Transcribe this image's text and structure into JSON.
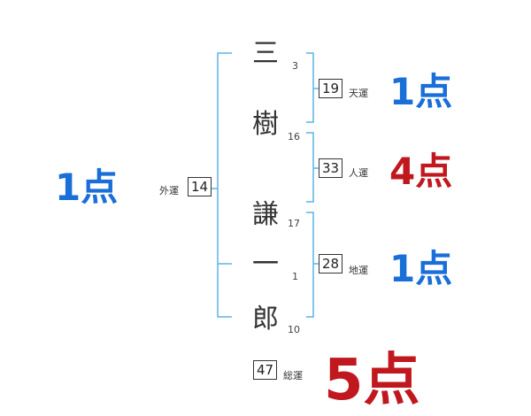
{
  "characters": [
    {
      "char": "三",
      "strokes": "3"
    },
    {
      "char": "樹",
      "strokes": "16"
    },
    {
      "char": "謙",
      "strokes": "17"
    },
    {
      "char": "一",
      "strokes": "1"
    },
    {
      "char": "郎",
      "strokes": "10"
    }
  ],
  "fortunes": {
    "tenun": {
      "value": "19",
      "label": "天運",
      "score": "1点",
      "color": "#1a6ed8"
    },
    "jinun": {
      "value": "33",
      "label": "人運",
      "score": "4点",
      "color": "#c0181e"
    },
    "chiun": {
      "value": "28",
      "label": "地運",
      "score": "1点",
      "color": "#1a6ed8"
    },
    "gaiun": {
      "value": "14",
      "label": "外運",
      "score": "1点",
      "color": "#1a6ed8"
    },
    "souun": {
      "value": "47",
      "label": "総運",
      "score": "5点",
      "color": "#c0181e"
    }
  },
  "bracket_color": "#5bb4e5"
}
